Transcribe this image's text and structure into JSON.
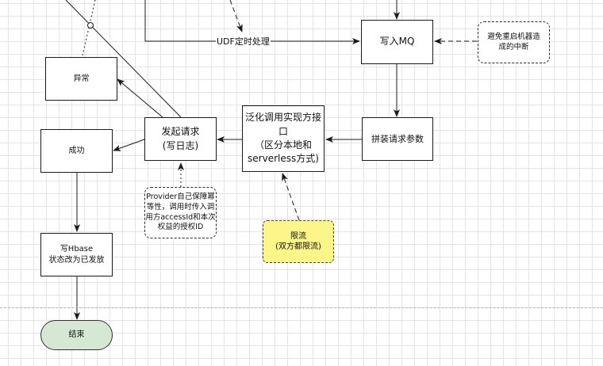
{
  "nodes": {
    "write_mq": "写入MQ",
    "avoid_restart_note": "避免重启机器造\n成的中断",
    "exception": "异常",
    "assemble_params": "拼装请求参数",
    "generic_invoke": "泛化调用实现方接口\n（区分本地和\nserverless方式)",
    "send_request": "发起请求\n(写日志)",
    "success": "成功",
    "provider_note": "Provider自己保障幂\n等性，调用时传入调\n用方accessId和本次\n权益的授权ID",
    "rate_limit": "限流\n(双方都限流)",
    "write_hbase": "写Hbase\n状态改为已发放",
    "end": "结束"
  },
  "edge_labels": {
    "udf": "UDF定时处理"
  },
  "colors": {
    "rate_limit_fill": "#fbf58a",
    "end_fill": "#d5e8d4",
    "stroke": "#1a1a1a"
  }
}
